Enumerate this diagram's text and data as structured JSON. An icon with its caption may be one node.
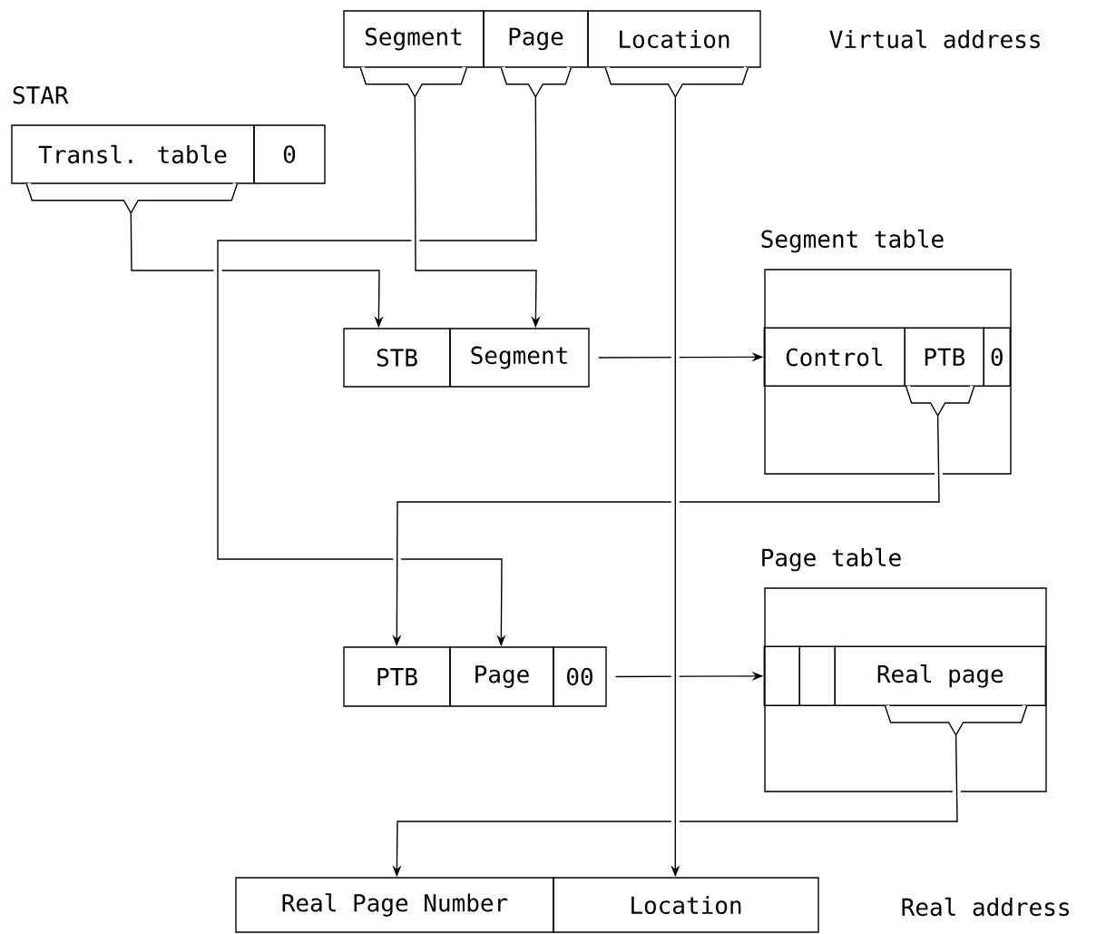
{
  "diagram": {
    "nodes": [
      {
        "text": [
          "Segment"
        ]
      },
      {
        "text": [
          "Page"
        ]
      },
      {
        "text": [
          "Location"
        ]
      },
      {
        "text": [
          "Transl. table"
        ],
        "beside": [
          "STAR"
        ]
      },
      {
        "text": [
          "0"
        ]
      },
      {
        "text": [
          "STB"
        ]
      },
      {
        "text": [
          "Segment"
        ]
      },
      {
        "text": [
          "Segment table"
        ]
      },
      {
        "text": [
          "Control"
        ],
        "in": 7
      },
      {
        "text": [
          "PTB"
        ],
        "in": 7
      },
      {
        "text": [
          "0"
        ],
        "in": 7
      },
      {
        "text": [
          "PTB"
        ]
      },
      {
        "text": [
          "Page"
        ]
      },
      {
        "text": [
          "00"
        ]
      },
      {
        "text": [
          "Page table"
        ]
      },
      {
        "text": [],
        "shape": "box",
        "in": 14
      },
      {
        "text": [],
        "shape": "box",
        "in": 14
      },
      {
        "text": [
          "Real page"
        ],
        "in": 14
      },
      {
        "text": [
          "Real Page Number"
        ]
      },
      {
        "text": [
          "Location"
        ]
      }
    ],
    "edges": [
      {
        "from": 0,
        "to": 6,
        "arrow": "to"
      },
      {
        "from": 1,
        "to": 12,
        "arrow": "to"
      },
      {
        "from": 2,
        "to": 19,
        "arrow": "to"
      },
      {
        "from": 3,
        "to": 5,
        "arrow": "to"
      },
      {
        "from": 6,
        "to": 8,
        "arrow": "to"
      },
      {
        "from": 9,
        "to": 11,
        "arrow": "to"
      },
      {
        "from": 13,
        "to": 15,
        "arrow": "to"
      },
      {
        "from": 17,
        "to": 18,
        "arrow": "to"
      }
    ],
    "labels": [
      "Virtual address",
      "Real address"
    ]
  }
}
